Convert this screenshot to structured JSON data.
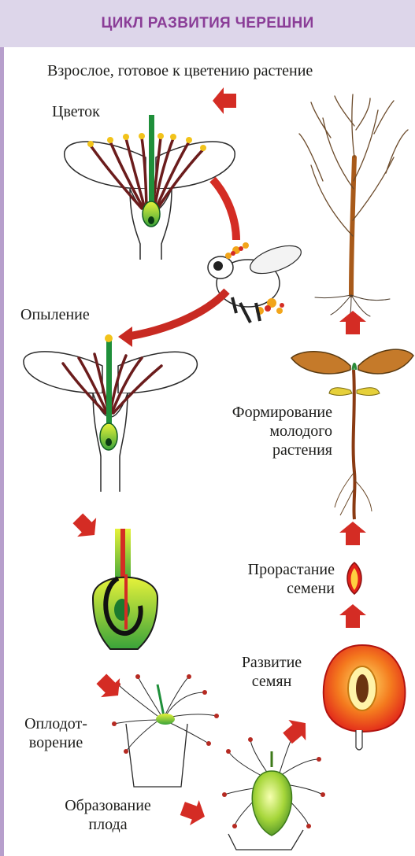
{
  "header": {
    "title": "ЦИКЛ РАЗВИТИЯ ЧЕРЕШНИ"
  },
  "labels": {
    "adult_plant": "Взрослое, готовое к цветению растение",
    "flower": "Цветок",
    "pollination": "Опыление",
    "young_plant": "Формирование\nмолодого\nрастения",
    "seed_germination": "Прорастание\nсемени",
    "seed_development": "Развитие\nсемян",
    "fertilization": "Оплодот-\nворение",
    "fruit_formation": "Образование\nплода"
  },
  "colors": {
    "header_bg": "#ddd6ea",
    "header_text": "#8a3d97",
    "accent_bar": "#b79fcc",
    "arrow": "#d42c24",
    "stamen": "#6b1c1c",
    "pistil": "#1f8f3a"
  }
}
